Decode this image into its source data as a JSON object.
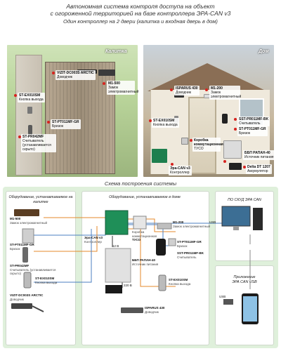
{
  "header": {
    "title_line1": "Автономная система контроля доступа на объект",
    "title_line2": "с огороженной территорией на базе контроллера ЭРА-CAN v3",
    "subtitle": "Один контроллер на 2 двери (калитка и входная дверь в дом)"
  },
  "photos": {
    "gate_caption": "Калитка",
    "house_caption": "Дом",
    "gate_labels": {
      "vizit": "VIZIT-DC003S ARCTIC",
      "vizit_sub": "Доводчик",
      "m1": "M1-500",
      "m1_sub": "Замок электромагнитный",
      "st_ex": "ST-EX010SM",
      "st_ex_sub": "Кнопка выхода",
      "st_pt": "ST-PT011MF-GR",
      "st_pt_sub": "Бризок",
      "st_pr": "ST-PR042MF",
      "st_pr_sub": "Считыватель (устанавливается скрыто)"
    },
    "house_labels": {
      "isparus": "ISPARUS 430",
      "isparus_sub": "Доводчик",
      "m1": "M1-200",
      "m1_sub": "Замок электромагнитный",
      "st_ex": "ST-EX010SM",
      "st_ex_sub": "Кнопка выхода",
      "sst": "SST-PR011MF-BK",
      "sst_sub": "Считыватель",
      "st_pt": "ST-PT011MF-GR",
      "st_pt_sub": "Бризок",
      "box": "Коробка коммутационная",
      "box_sub": "ТУСО",
      "era": "Эра-CAN v3",
      "era_sub": "Контроллер",
      "bbp": "ББП РАПАН-40",
      "bbp_sub": "Источник питания",
      "delta": "Delta DT 1207",
      "delta_sub": "Аккумулятор"
    }
  },
  "scheme": {
    "title": "Схема построения системы",
    "gate_head": "Оборудование, устанавливаемое на калитке",
    "house_head": "Оборудование, устанавливаемое в доме",
    "pc_head": "ПО СКУД ЭРА CAN",
    "app_head": "Приложение",
    "app_head2": "ЭРА CAN USB",
    "usb1": "USB",
    "usb2": "USB",
    "v12": "12 В",
    "v220": "220 В",
    "gate": {
      "m1": "M1-500",
      "m1_sub": "Замок электромагнитный",
      "st_pt": "ST-PT011MF-GR",
      "st_pt_sub": "Бризок",
      "st_pr": "ST-PR042MF",
      "st_pr_sub": "Считыватель (устанавливается скрыто)",
      "st_ex": "ST-EX010SM",
      "st_ex_sub": "Кнопка выхода",
      "vizit": "VIZIT-DC003S ARCTIC",
      "vizit_sub": "Доводчик"
    },
    "house": {
      "era": "Эра-CAN v3",
      "era_sub": "Контроллер",
      "box": "Коробка коммутационная",
      "box_sub": "ТУСО",
      "bbp": "ББП РАПАН-40",
      "bbp_sub": "Источник питания",
      "m1": "M1-200",
      "m1_sub": "Замок электромагнитный",
      "st_pt": "ST-PT011MF-GR",
      "st_pt_sub": "Бризок",
      "sst": "SST-PR011MF-BK",
      "sst_sub": "Считыватель",
      "st_ex": "ST-EX010SM",
      "st_ex_sub": "Кнопка выхода",
      "isparus": "ISPARUS 430",
      "isparus_sub": "Доводчик"
    }
  },
  "colors": {
    "accent_red": "#d6231f",
    "wire_orange": "#e58a2b",
    "wire_blue": "#4b7fc2",
    "scheme_bg": "#dff0db"
  }
}
